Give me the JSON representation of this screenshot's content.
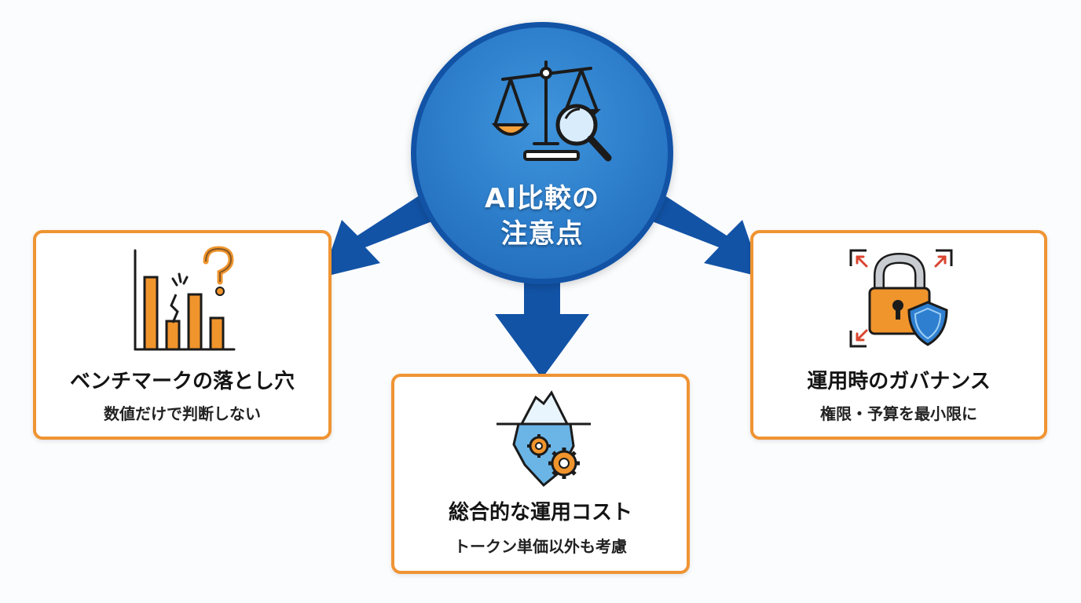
{
  "hub": {
    "title_line1": "AI比較の",
    "title_line2": "注意点"
  },
  "cards": [
    {
      "title": "ベンチマークの落とし穴",
      "subtitle": "数値だけで判断しない",
      "icon": "bar-chart-question-icon"
    },
    {
      "title": "総合的な運用コスト",
      "subtitle": "トークン単価以外も考慮",
      "icon": "iceberg-gears-icon"
    },
    {
      "title": "運用時のガバナンス",
      "subtitle": "権限・予算を最小限に",
      "icon": "lock-shield-icon"
    }
  ],
  "colors": {
    "hub_fill": "#2b7bc9",
    "hub_border": "#1253a6",
    "arrow": "#1253a6",
    "card_border": "#ef9433",
    "accent_orange": "#f0942c"
  }
}
